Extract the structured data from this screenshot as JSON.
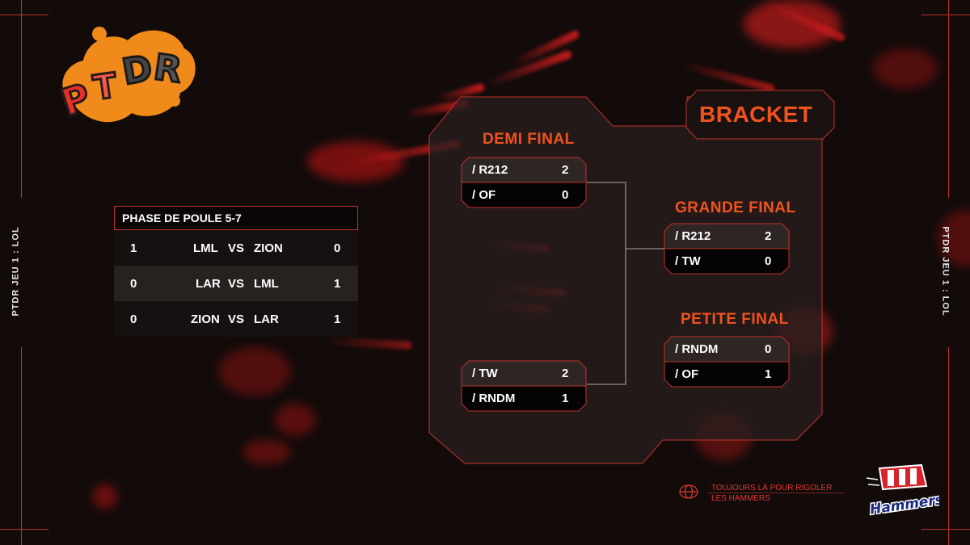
{
  "brand": {
    "logo_text": "PTDR",
    "hammers_logo_text": "Hammers"
  },
  "side_labels": {
    "left": "PTDR JEU 1 : LOL",
    "right": "PTDR JEU 1 : LOL"
  },
  "poule": {
    "title": "PHASE DE POULE 5-7",
    "rows": [
      {
        "score_left": "1",
        "team_left": "LML",
        "vs": "VS",
        "team_right": "ZION",
        "score_right": "0"
      },
      {
        "score_left": "0",
        "team_left": "LAR",
        "vs": "VS",
        "team_right": "LML",
        "score_right": "1"
      },
      {
        "score_left": "0",
        "team_left": "ZION",
        "vs": "VS",
        "team_right": "LAR",
        "score_right": "1"
      }
    ]
  },
  "bracket": {
    "title": "BRACKET",
    "demi_title": "DEMI FINAL",
    "grande_title": "GRANDE FINAL",
    "petite_title": "PETITE FINAL",
    "demi1": [
      {
        "team": "/ R212",
        "score": "2"
      },
      {
        "team": "/ OF",
        "score": "0"
      }
    ],
    "demi2": [
      {
        "team": "/ TW",
        "score": "2"
      },
      {
        "team": "/ RNDM",
        "score": "1"
      }
    ],
    "grande": [
      {
        "team": "/ R212",
        "score": "2"
      },
      {
        "team": "/ TW",
        "score": "0"
      }
    ],
    "petite": [
      {
        "team": "/ RNDM",
        "score": "0"
      },
      {
        "team": "/ OF",
        "score": "1"
      }
    ]
  },
  "footer": {
    "line1": "TOUJOURS LÀ POUR RIGOLER",
    "line2": "LES HAMMERS"
  },
  "colors": {
    "accent": "#f0531d",
    "border": "#c0322a",
    "background": "#120b0a"
  }
}
